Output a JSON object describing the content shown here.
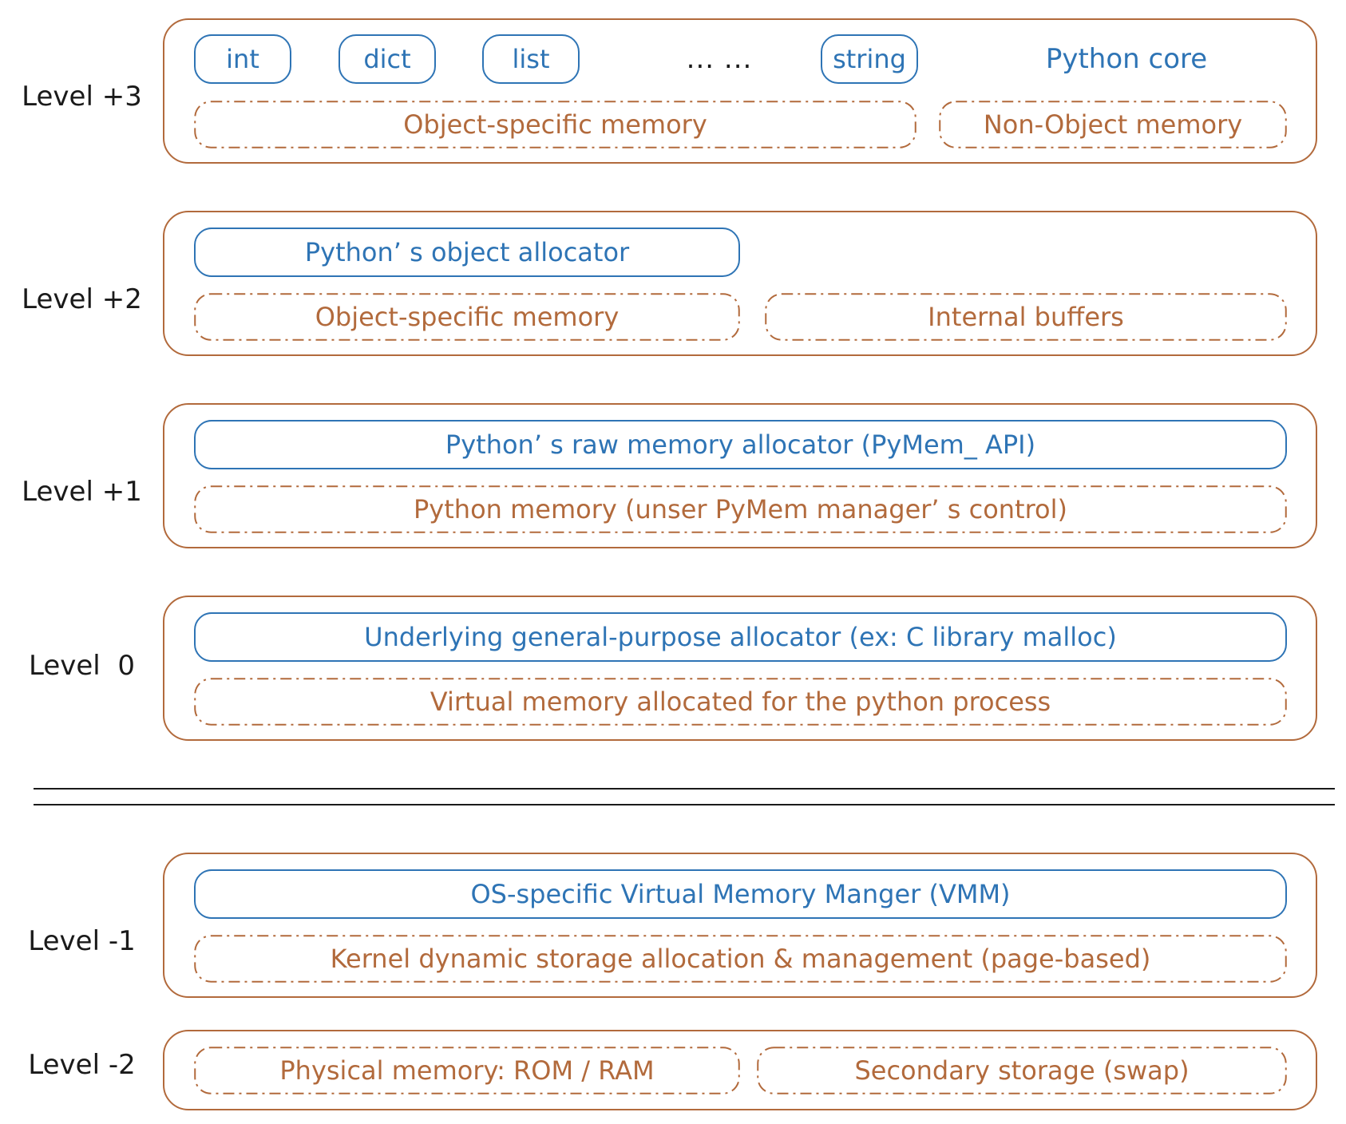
{
  "colors": {
    "outer_border": "#b26a3c",
    "component_blue": "#2e74b5",
    "memory_brown": "#b26a3c",
    "label_text": "#1a1a1a"
  },
  "levels": {
    "l3": {
      "label": "Level +3",
      "items": [
        "int",
        "dict",
        "list",
        "string"
      ],
      "ellipsis": "... ...",
      "core": "Python core",
      "mem_left": "Object-specific memory",
      "mem_right": "Non-Object memory"
    },
    "l2": {
      "label": "Level +2",
      "allocator": "Python’ s object allocator",
      "mem_left": "Object-specific memory",
      "mem_right": "Internal buffers"
    },
    "l1": {
      "label": "Level +1",
      "allocator": "Python’ s raw memory allocator (PyMem_ API)",
      "mem": "Python memory (unser PyMem manager’ s control)"
    },
    "l0": {
      "label": "Level  0",
      "allocator": "Underlying general-purpose allocator (ex: C library malloc)",
      "mem": "Virtual memory allocated for the python process"
    },
    "lm1": {
      "label": "Level -1",
      "allocator": "OS-specific Virtual Memory Manger (VMM)",
      "mem": "Kernel dynamic storage allocation & management (page-based)"
    },
    "lm2": {
      "label": "Level -2",
      "mem_left": "Physical memory: ROM / RAM",
      "mem_right": "Secondary storage (swap)"
    }
  }
}
